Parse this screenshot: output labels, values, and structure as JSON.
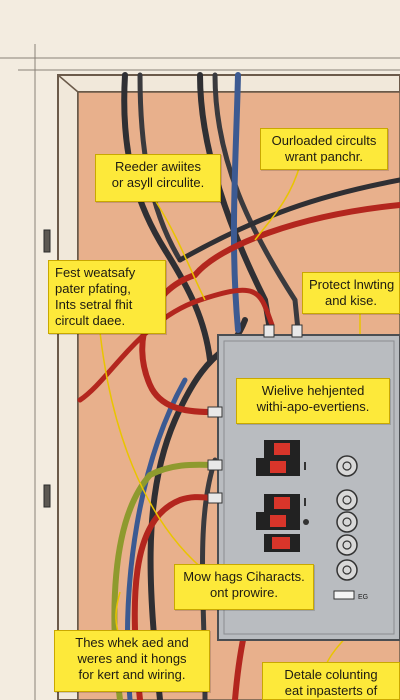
{
  "colors": {
    "background": "#f3ece0",
    "box_interior": "#e8b08c",
    "box_frame": "#f1e8da",
    "panel": "#b9bcc0",
    "callout_fill": "#fde93a",
    "wire_red": "#b3261e",
    "wire_black": "#2f2f33",
    "wire_blue": "#3c5a92",
    "wire_olive": "#8e9a2e"
  },
  "callouts": {
    "feeder": {
      "line1": "Reeder awiites",
      "line2": "or asyll circulite."
    },
    "overloaded": {
      "line1": "Ourloaded circults",
      "line2": "wrant panchr."
    },
    "test": {
      "line1": "Fest weatsafy",
      "line2": "pater pfating,",
      "line3": "Ints setral fhit",
      "line4": "circult daee."
    },
    "protect": {
      "line1": "Protect lnwting",
      "line2": "and kise."
    },
    "wielive": {
      "line1": "Wielive hehjented",
      "line2": "withi-apo-evertiens."
    },
    "mow": {
      "line1": "Mow hags Ciharacts.",
      "line2": "ont prowire."
    },
    "thes": {
      "line1": "Thes whek aed and",
      "line2": "weres and it hongs",
      "line3": "for kert and wiring."
    },
    "detale": {
      "line1": "Detale colunting",
      "line2": "eat inpasterts of"
    }
  },
  "panel_label": "EG",
  "icons": [
    "breaker-switch-icon",
    "dial-knob-icon",
    "wall-bracket-icon"
  ]
}
